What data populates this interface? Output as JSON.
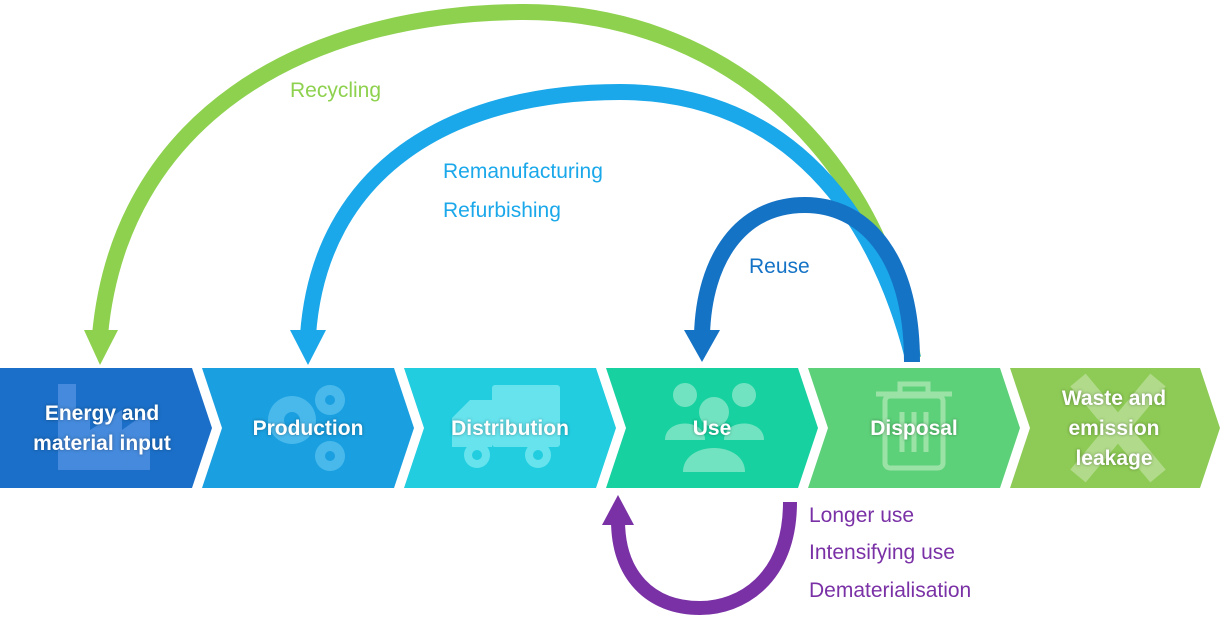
{
  "stages": [
    {
      "label": "Energy and\nmaterial input",
      "icon": "factory-icon",
      "color": "#1b6fc8"
    },
    {
      "label": "Production",
      "icon": "gears-icon",
      "color": "#1a9fe0"
    },
    {
      "label": "Distribution",
      "icon": "truck-icon",
      "color": "#22cde0"
    },
    {
      "label": "Use",
      "icon": "people-icon",
      "color": "#18d1a0"
    },
    {
      "label": "Disposal",
      "icon": "trash-bin-icon",
      "color": "#5dd179"
    },
    {
      "label": "Waste and\nemission\nleakage",
      "icon": "cross-icon",
      "color": "#8ecb56"
    }
  ],
  "loops": {
    "recycling": {
      "label": "Recycling",
      "color": "#8ed14e"
    },
    "remanufacturing": {
      "lines": [
        "Remanufacturing",
        "Refurbishing"
      ],
      "color": "#1aa8ea"
    },
    "reuse": {
      "label": "Reuse",
      "color": "#1573c6"
    },
    "use_loop": {
      "lines": [
        "Longer use",
        "Intensifying use",
        "Dematerialisation"
      ],
      "color": "#7a31a6"
    }
  }
}
